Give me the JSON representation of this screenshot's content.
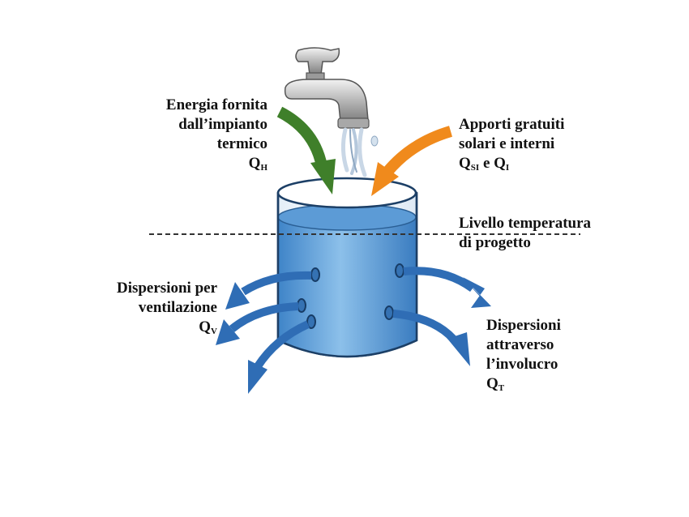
{
  "colors": {
    "green_arrow": "#3f7f2a",
    "orange_arrow": "#f08a1c",
    "blue_arrow": "#2f6db5",
    "water": "#6aa7dd",
    "tank_outline": "#1c3f66",
    "dashed_line": "#333333"
  },
  "labels": {
    "energy": {
      "line1": "Energia fornita",
      "line2": "dall’impianto",
      "line3": "termico",
      "q": "Q",
      "sub": "H"
    },
    "gains": {
      "line1": "Apporti gratuiti",
      "line2": "solari e interni",
      "q1": "Q",
      "sub1": "SI",
      "mid": " e ",
      "q2": "Q",
      "sub2": "I"
    },
    "level": {
      "line1": "Livello temperatura",
      "line2": "di progetto"
    },
    "ventilation": {
      "line1": "Dispersioni per",
      "line2": "ventilazione",
      "q": "Q",
      "sub": "V"
    },
    "envelope": {
      "line1": "Dispersioni",
      "line2": "attraverso",
      "line3": "l’involucro",
      "q": "Q",
      "sub": "T"
    }
  },
  "icons": [
    "faucet-icon",
    "water-stream-icon"
  ]
}
